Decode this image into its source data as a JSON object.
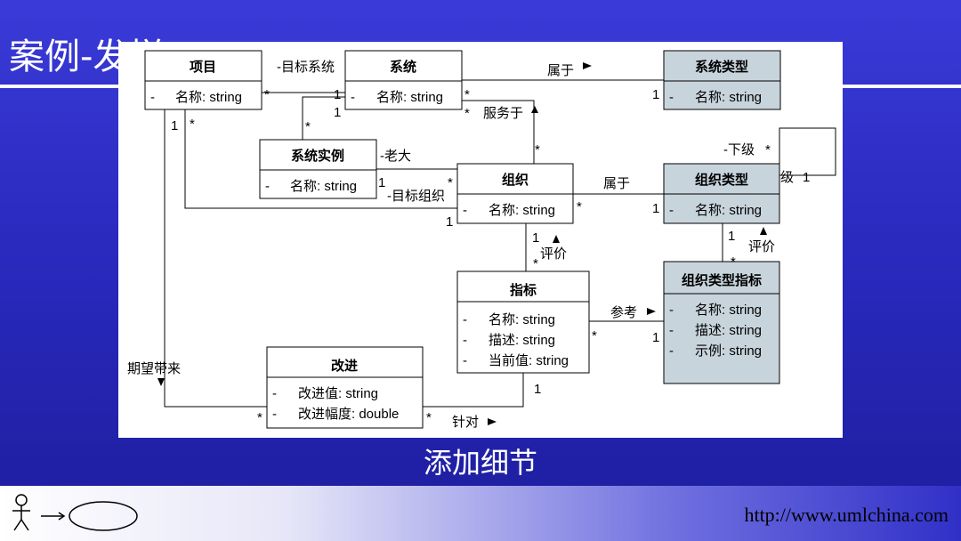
{
  "slide": {
    "title": "案例-发样",
    "caption": "添加细节",
    "url": "http://www.umlchina.com"
  },
  "colors": {
    "plain_class": "#ffffff",
    "shaded_class": "#c8d4dc",
    "background": "#2a2abf"
  },
  "diagram": {
    "classes": {
      "project": {
        "name": "项目",
        "attrs": [
          "名称: string"
        ]
      },
      "system": {
        "name": "系统",
        "attrs": [
          "名称: string"
        ]
      },
      "system_type": {
        "name": "系统类型",
        "attrs": [
          "名称: string"
        ]
      },
      "system_instance": {
        "name": "系统实例",
        "attrs": [
          "名称: string"
        ]
      },
      "organization": {
        "name": "组织",
        "attrs": [
          "名称: string"
        ]
      },
      "org_type": {
        "name": "组织类型",
        "attrs": [
          "名称: string"
        ]
      },
      "indicator": {
        "name": "指标",
        "attrs": [
          "名称: string",
          "描述: string",
          "当前值: string"
        ]
      },
      "org_type_indicator": {
        "name": "组织类型指标",
        "attrs": [
          "名称: string",
          "描述: string",
          "示例: string"
        ]
      },
      "improvement": {
        "name": "改进",
        "attrs": [
          "改进值: string",
          "改进幅度: double"
        ]
      }
    },
    "attr_marker": "-",
    "labels": {
      "target_system": "-目标系统",
      "belongs_to_1": "属于",
      "serves": "服务于",
      "boss": "-老大",
      "target_org": "-目标组织",
      "belongs_to_2": "属于",
      "subordinate": "-下级",
      "superior": "-上级",
      "evaluate_1": "评价",
      "evaluate_2": "评价",
      "reference": "参考",
      "expected": "期望带来",
      "targets": "针对"
    },
    "multiplicities": {
      "m_proj_sys_a": "*",
      "m_proj_sys_b": "1",
      "m_sys_inst_1": "1",
      "m_sys_inst_2": "*",
      "m_sys_type_a": "*",
      "m_sys_type_b": "1",
      "m_sys_org_a": "*",
      "m_sys_org_b": "*",
      "m_proj_left": "1",
      "m_proj_org_a": "*",
      "m_proj_org_b": "1",
      "m_inst_org_a": "1",
      "m_inst_org_b": "*",
      "m_org_type_a": "*",
      "m_org_type_b": "1",
      "m_self_a": "*",
      "m_self_b": "1",
      "m_org_ind_a": "1",
      "m_org_ind_b": "*",
      "m_type_ind_a": "1",
      "m_type_ind_b": "*",
      "m_ref_a": "*",
      "m_ref_b": "1",
      "m_imp_ind_a": "1",
      "m_imp_ind_b": "*",
      "m_imp_proj": "*"
    }
  }
}
